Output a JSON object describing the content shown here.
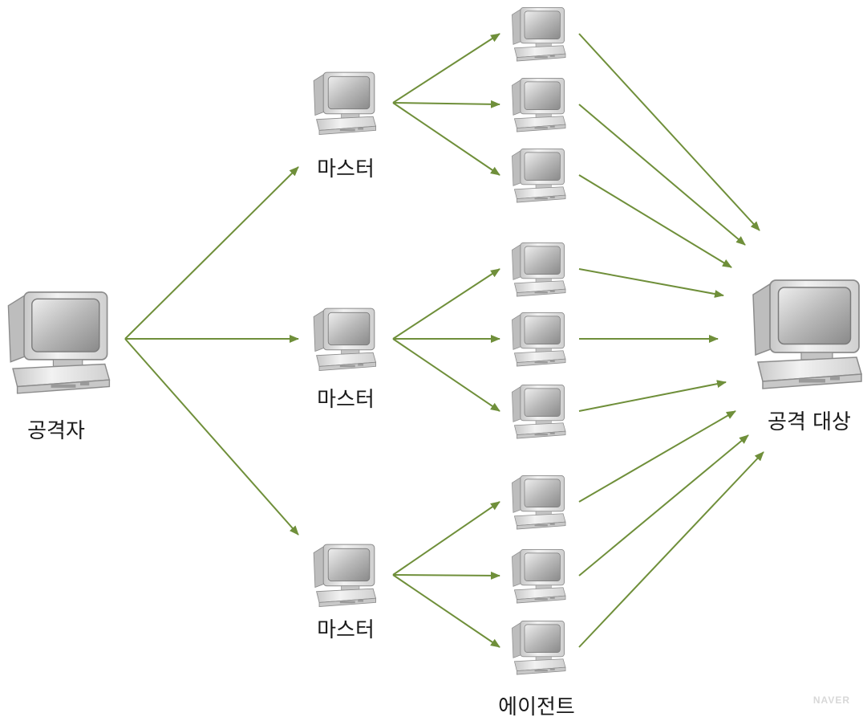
{
  "nodes": {
    "attacker_label": "공격자",
    "master_label": "마스터",
    "agent_label": "에이전트",
    "target_label": "공격 대상"
  },
  "structure": {
    "masters": 3,
    "agents_per_master": 3
  },
  "colors": {
    "arrow": "#6f8f3a"
  },
  "icons": {
    "computer": "desktop-computer-icon"
  },
  "watermark": "NAVER"
}
